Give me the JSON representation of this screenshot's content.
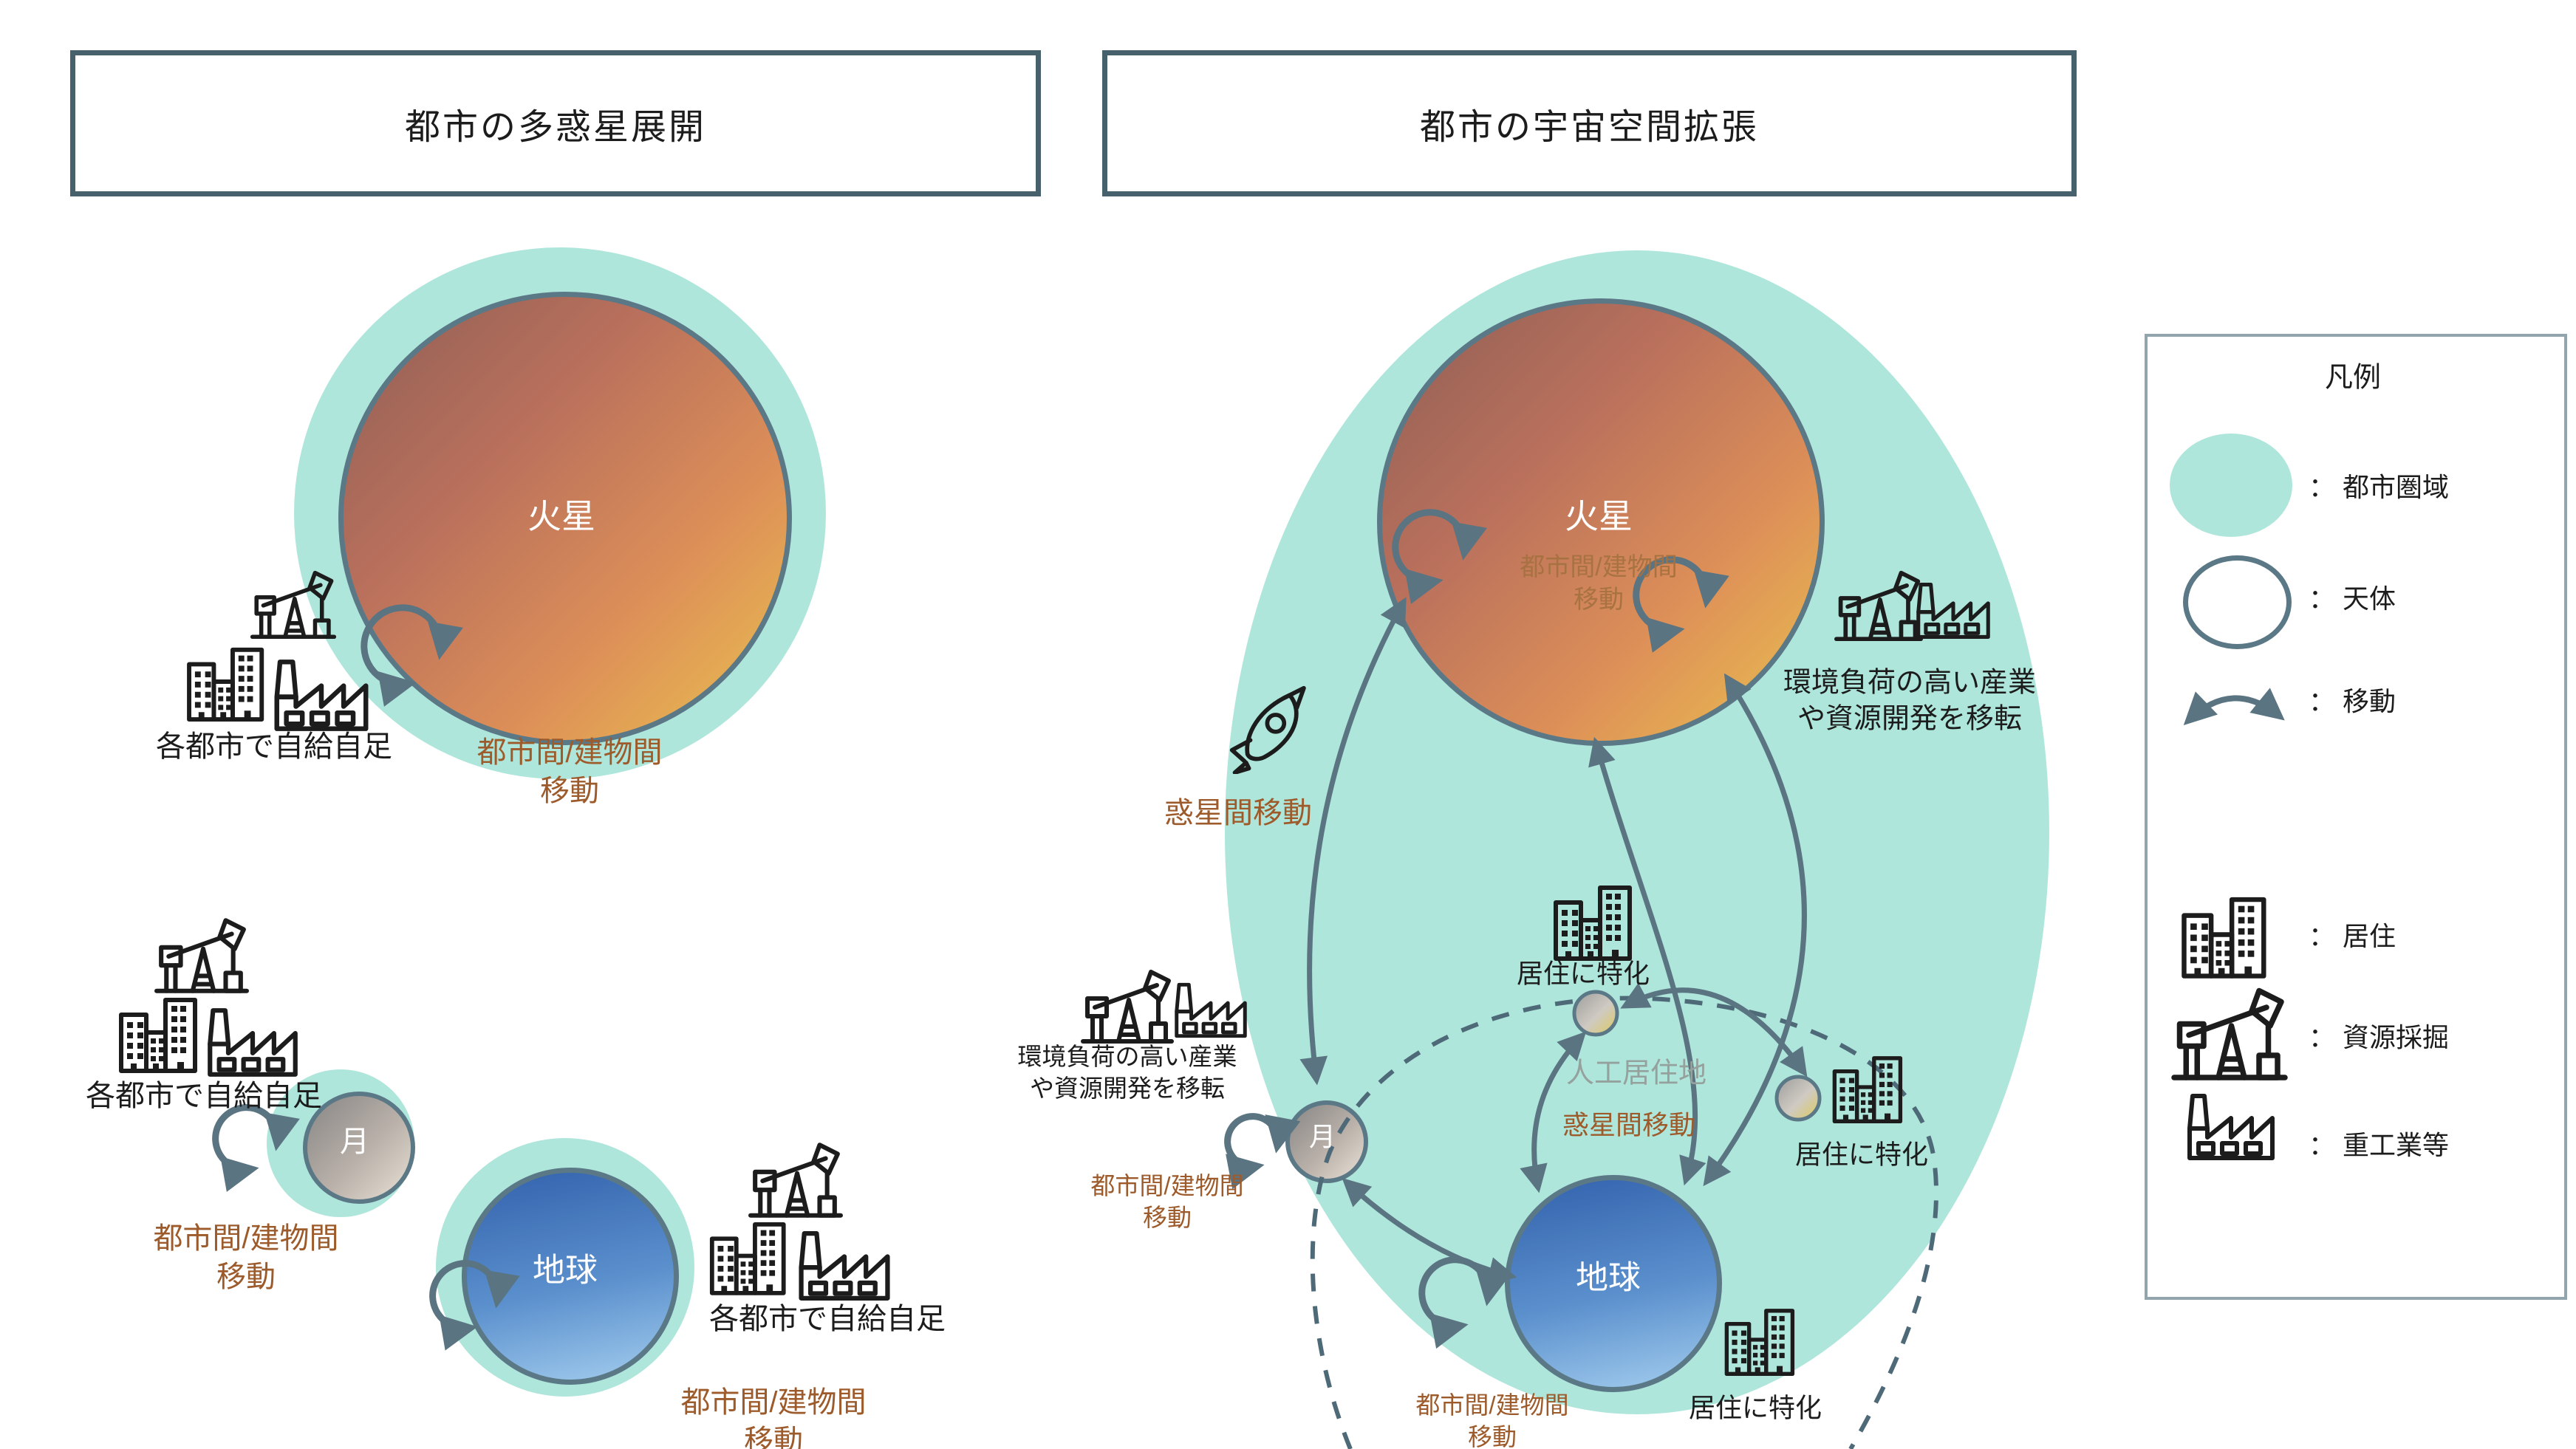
{
  "titles": {
    "left": "都市の多惑星展開",
    "right": "都市の宇宙空間拡張"
  },
  "legend": {
    "title": "凡例",
    "items": [
      {
        "icon": "urban-area-icon",
        "label": "： 都市圏域"
      },
      {
        "icon": "celestial-body-icon",
        "label": "： 天体"
      },
      {
        "icon": "movement-arrow-icon",
        "label": "： 移動"
      },
      {
        "icon": "residence-icon",
        "label": "： 居住"
      },
      {
        "icon": "resource-mining-icon",
        "label": "： 資源採掘"
      },
      {
        "icon": "heavy-industry-icon",
        "label": "： 重工業等"
      }
    ]
  },
  "planets": {
    "mars": "火星",
    "earth": "地球",
    "moon": "月"
  },
  "labels": {
    "self_sufficiency": "各都市で自給自足",
    "move_intercity": "都市間/建物間",
    "move": "移動",
    "interplanetary_move": "惑星間移動",
    "relocate_line1": "環境負荷の高い産業",
    "relocate_line2": "や資源開発を移転",
    "residence_focus": "居住に特化",
    "artificial_habitat": "人工居住地"
  },
  "icons": [
    "rocket-icon",
    "residence-icon",
    "resource-mining-icon",
    "heavy-industry-icon",
    "loop-arrow-icon",
    "double-arrow-icon",
    "urban-area-icon",
    "celestial-body-icon"
  ],
  "colors": {
    "urban_area_teal": "#afe6db",
    "outline_slate": "#5b7886",
    "arrow_slate": "#5a7482",
    "title_border": "#46606c",
    "brown_text": "#9d5b2b",
    "faded_brown_text": "#a5713f",
    "habitat_gray_text": "#95a19c",
    "mars_dark": "#8f5f56",
    "mars_light": "#eac24f",
    "earth_dark": "#3362ad",
    "earth_light": "#a3cdee",
    "moon_dark": "#878685",
    "moon_light": "#e9e0d5",
    "habitat_yellow": "#ddc95c"
  }
}
